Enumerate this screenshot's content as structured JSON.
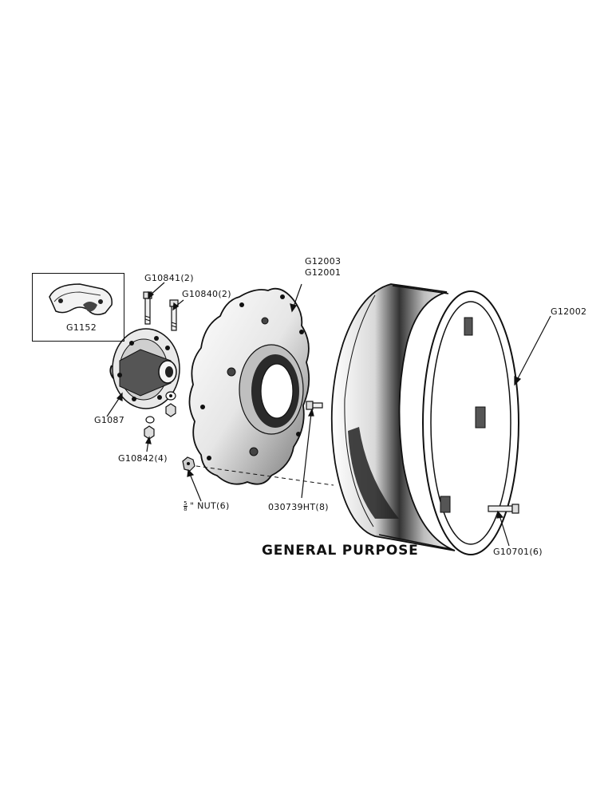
{
  "title": "GENERAL PURPOSE",
  "inset_label": "G1152",
  "labels": {
    "g10841": "G10841(2)",
    "g10840": "G10840(2)",
    "g12003": "G12003",
    "g12001": "G12001",
    "g12002": "G12002",
    "g1087": "G1087",
    "g10842": "G10842(4)",
    "nut_fraction_num": "5",
    "nut_fraction_den": "8",
    "nut_suffix": "\" NUT(6)",
    "bolt_030739": "030739HT(8)",
    "g10701": "G10701(6)"
  },
  "icons": [
    "axle-clamp-icon",
    "hub-icon",
    "bolt-icon",
    "nut-icon",
    "wheel-disc-icon",
    "rim-icon"
  ]
}
